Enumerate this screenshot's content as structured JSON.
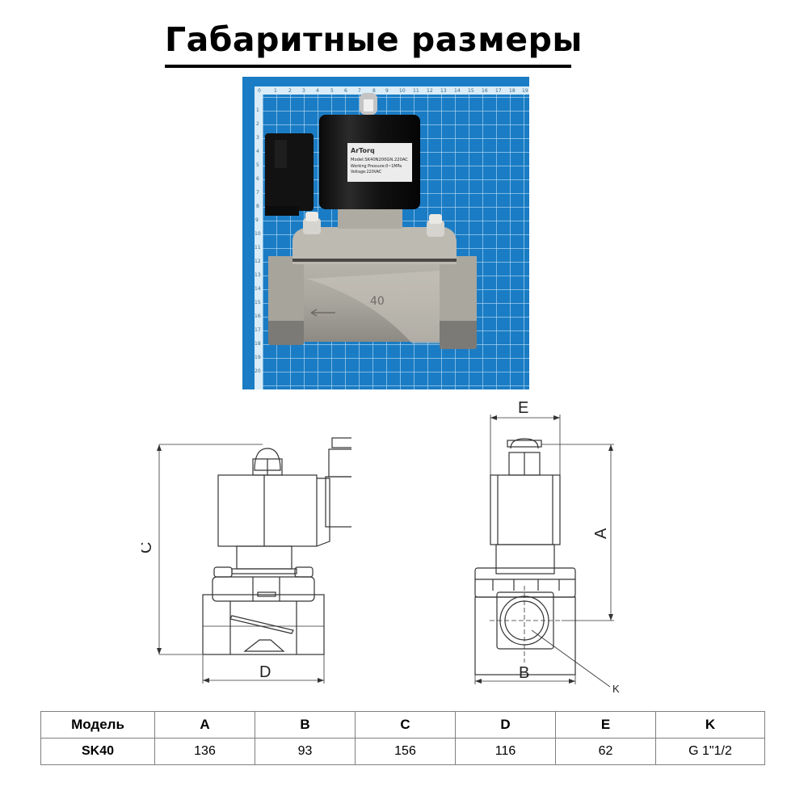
{
  "page": {
    "title": "Габаритные размеры"
  },
  "photo": {
    "label_brand": "ArTorq",
    "label_model": "Model:SK40N200GN.220AC",
    "label_pressure": "Working Pressure:0~1MPa",
    "label_voltage": "Voltage:220VAC",
    "body_marking": "40",
    "ruler_top": [
      "0",
      "1",
      "2",
      "3",
      "4",
      "5",
      "6",
      "7",
      "8",
      "9",
      "10",
      "11",
      "12",
      "13",
      "14",
      "15",
      "16",
      "17",
      "18",
      "19"
    ],
    "ruler_left": [
      "1",
      "2",
      "3",
      "4",
      "5",
      "6",
      "7",
      "8",
      "9",
      "10",
      "11",
      "12",
      "13",
      "14",
      "15",
      "16",
      "17",
      "18",
      "19",
      "20"
    ],
    "background_color": "#1a7cc4"
  },
  "drawing": {
    "side_view": {
      "dim_c": "C",
      "dim_d": "D"
    },
    "front_view": {
      "dim_a": "A",
      "dim_b": "B",
      "dim_e": "E",
      "dim_k": "K"
    }
  },
  "specs_table": {
    "headers": [
      "Модель",
      "A",
      "B",
      "C",
      "D",
      "E",
      "K"
    ],
    "rows": [
      [
        "SK40",
        "136",
        "93",
        "156",
        "116",
        "62",
        "G 1\"1/2"
      ]
    ]
  }
}
